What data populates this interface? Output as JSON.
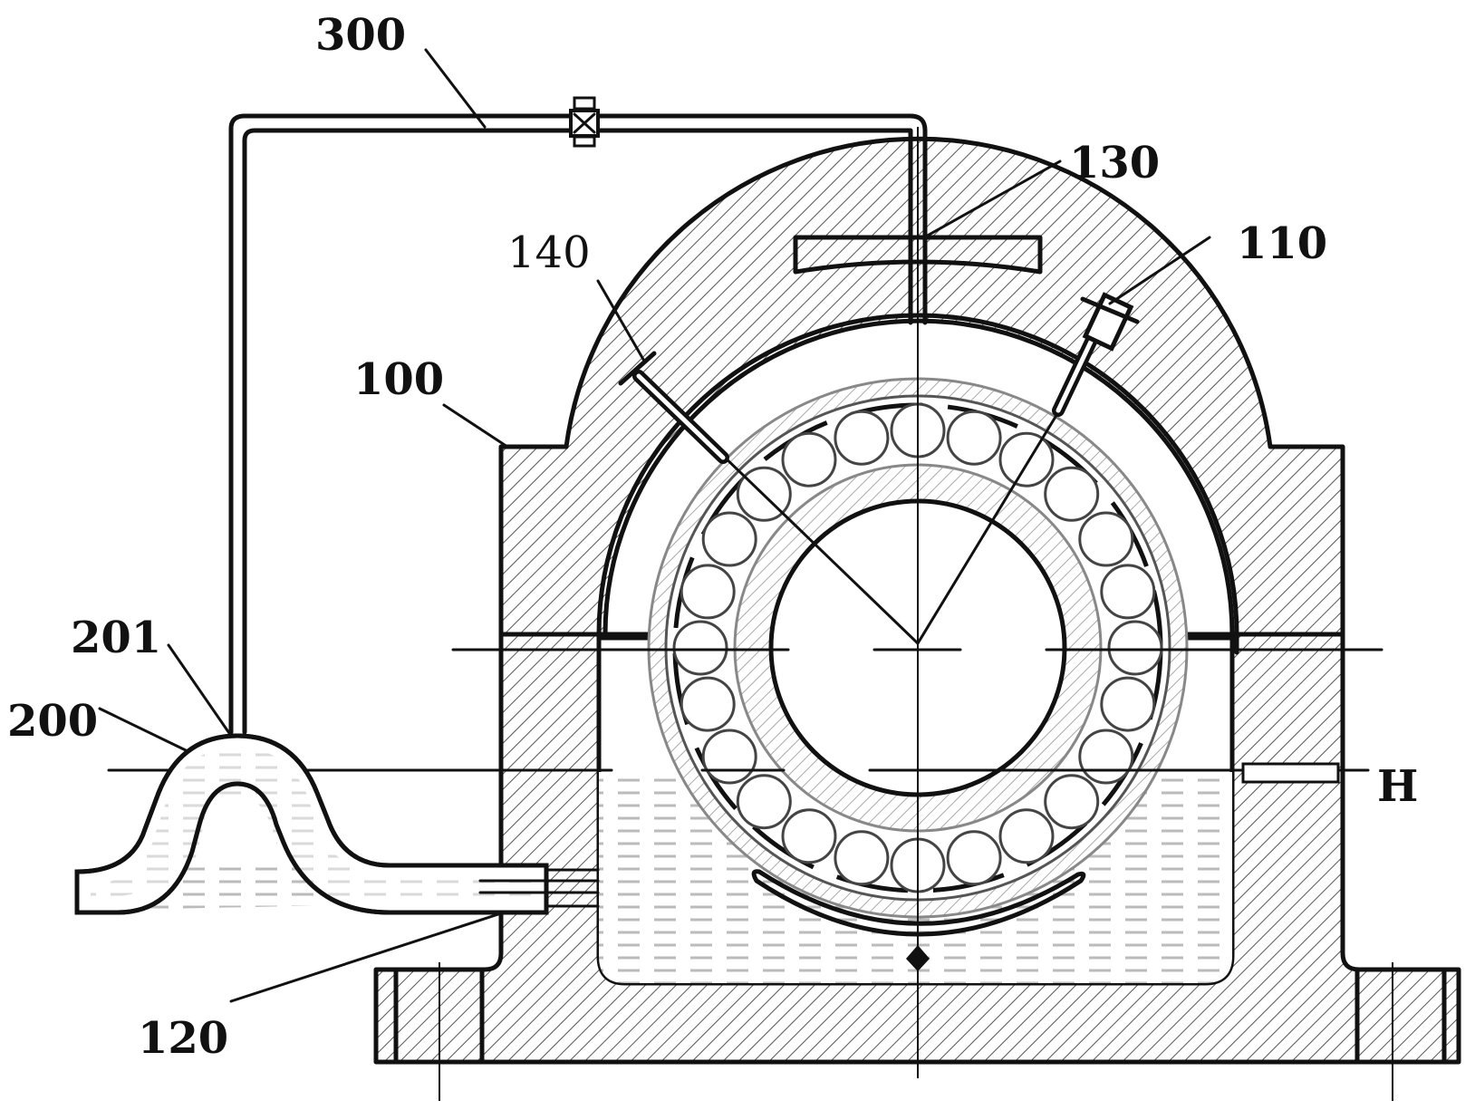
{
  "labels": {
    "l300": "300",
    "l130": "130",
    "l140": "140",
    "l110": "110",
    "l100": "100",
    "l201": "201",
    "l200": "200",
    "l120": "120",
    "lH": "H"
  }
}
